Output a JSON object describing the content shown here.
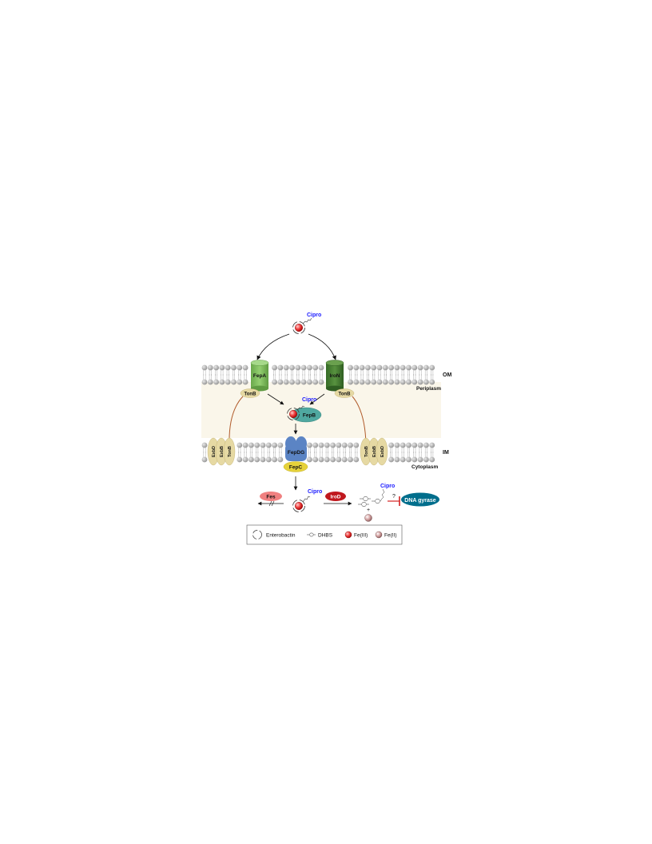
{
  "labels": {
    "cipro_top": "Cipro",
    "cipro_periplasm": "Cipro",
    "cipro_cytoplasm": "Cipro",
    "cipro_hydrolyzed": "Cipro",
    "fepA": "FepA",
    "iroN": "IroN",
    "om": "OM",
    "periplasm": "Periplasm",
    "tonB_left": "TonB",
    "tonB_right": "TonB",
    "fepB": "FepB",
    "im": "IM",
    "cytoplasm": "Cytoplasm",
    "fepDG": "FepDG",
    "fepC": "FepC",
    "left_complex": [
      "ExbD",
      "ExbB",
      "TonB"
    ],
    "right_complex": [
      "TonB",
      "ExbB",
      "ExbD"
    ],
    "fes": "Fes",
    "iroD": "IroD",
    "plus": "+",
    "question": "?",
    "dna_gyrase": "DNA gyrase"
  },
  "legend": {
    "enterobactin": "Enterobactin",
    "dhbs": "DHBS",
    "fe3": "Fe(III)",
    "fe2": "Fe(II)"
  },
  "colors": {
    "cipro": "#1a1aff",
    "fepA": "#7bbd5a",
    "iroN": "#3f7a2e",
    "tonB": "#e6d9a3",
    "fepB": "#4fa8a0",
    "fepDG": "#5b84c4",
    "fepC": "#e6d23a",
    "fes": "#f08080",
    "iroD": "#c0181e",
    "dna_gyrase": "#006e8c",
    "periplasm_bg": "#faf6ea",
    "inhibition": "#d42020",
    "tether": "#b05a2a"
  }
}
